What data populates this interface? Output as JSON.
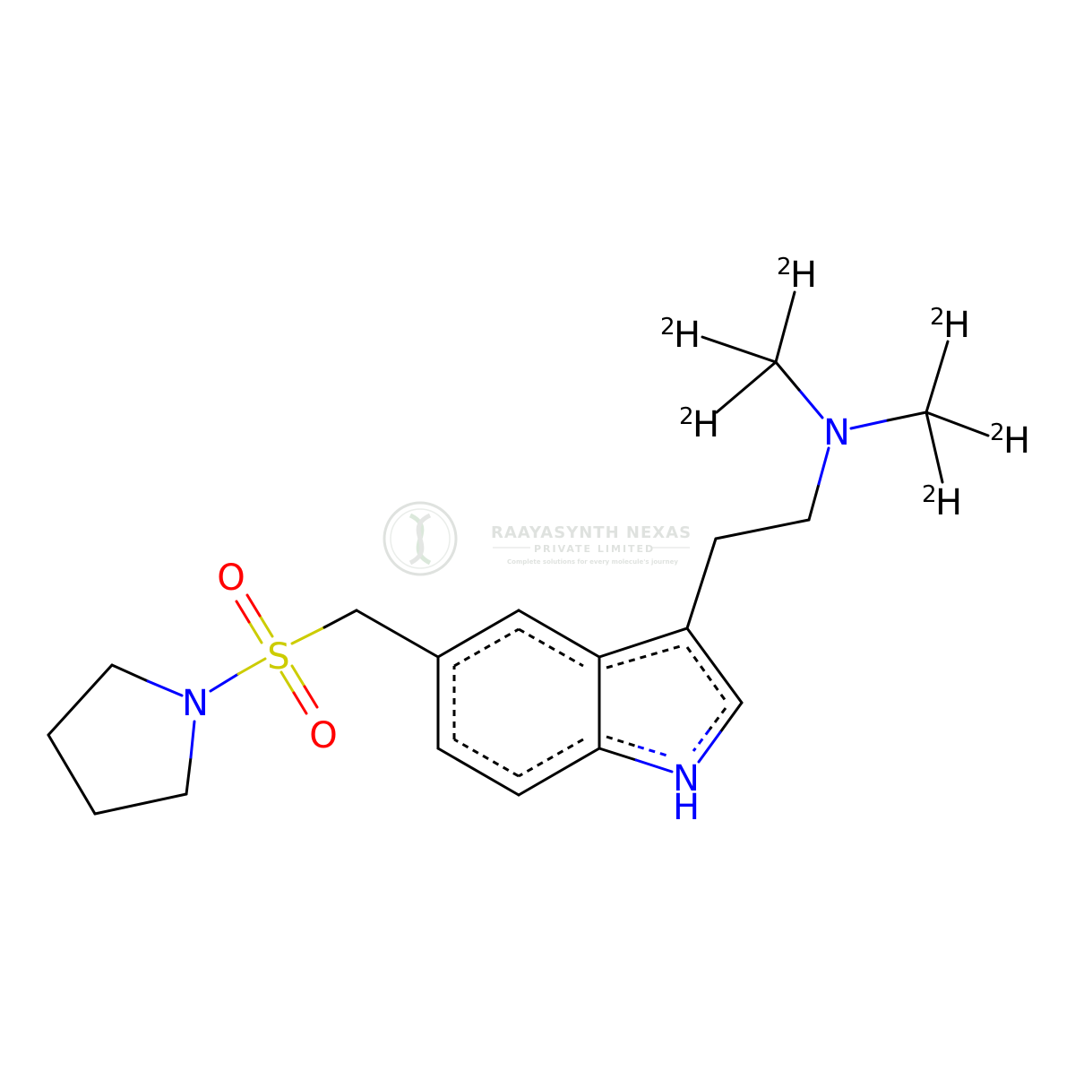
{
  "watermark": {
    "company": "RAAYASYNTH NEXAS",
    "subtitle": "PRIVATE LIMITED",
    "tagline": "Complete solutions for every molecule's journey"
  },
  "atoms": {
    "n_amine": "N",
    "n_pyrrolidine": "N",
    "n_indole": "N",
    "h_indole": "H",
    "s_sulfonyl": "S",
    "o_upper": "O",
    "o_lower": "O",
    "deuterium_label": "H",
    "deuterium_mass": "2"
  },
  "colors": {
    "bond": "#000000",
    "nitrogen": "#0000FF",
    "oxygen": "#FF0000",
    "sulfur": "#CCCC00",
    "watermark": "#9aa59a"
  }
}
